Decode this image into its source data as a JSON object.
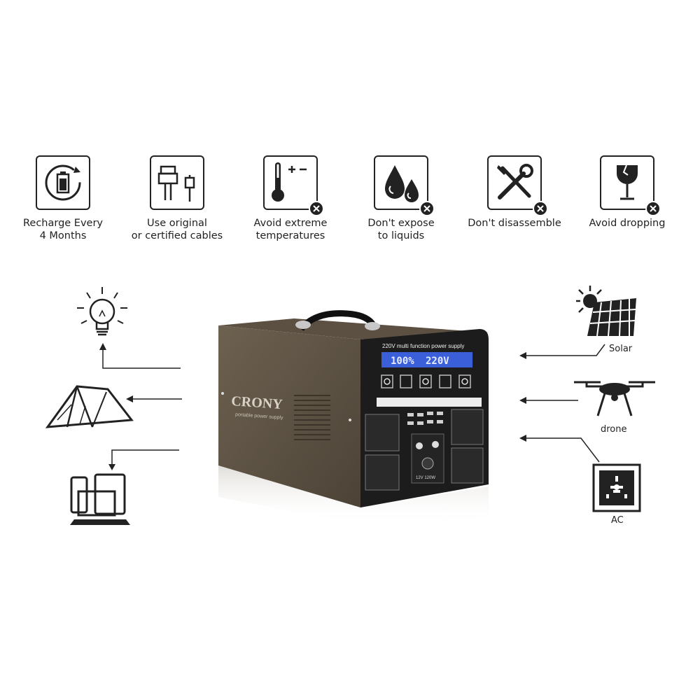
{
  "care_tips": [
    {
      "icon": "battery-recharge-icon",
      "line1": "Recharge Every",
      "line2": "4 Months"
    },
    {
      "icon": "cable-icon",
      "line1": "Use original",
      "line2": "or certified cables"
    },
    {
      "icon": "thermometer-icon",
      "line1": "Avoid extreme",
      "line2": "temperatures"
    },
    {
      "icon": "liquid-drops-icon",
      "line1": "Don't expose",
      "line2": "to liquids"
    },
    {
      "icon": "tools-icon",
      "line1": "Don't disassemble",
      "line2": ""
    },
    {
      "icon": "broken-glass-icon",
      "line1": "Avoid dropping",
      "line2": ""
    }
  ],
  "outputs": [
    {
      "icon": "light-bulb-icon"
    },
    {
      "icon": "tent-icon"
    },
    {
      "icon": "devices-icon"
    }
  ],
  "inputs": [
    {
      "icon": "solar-panel-icon",
      "label": "Solar"
    },
    {
      "icon": "drone-icon",
      "label": "drone"
    },
    {
      "icon": "ac-socket-icon",
      "label": "AC"
    }
  ],
  "product": {
    "brand": "CRONY",
    "tagline": "portable power supply",
    "header": "220V multi function power supply",
    "display_percent": "100%",
    "display_voltage": "220V",
    "dc_label": "12V 120W"
  },
  "colors": {
    "body": "#5f5445",
    "panel": "#1c1c1c",
    "screen": "#3a5fd8",
    "icon": "#222222"
  }
}
